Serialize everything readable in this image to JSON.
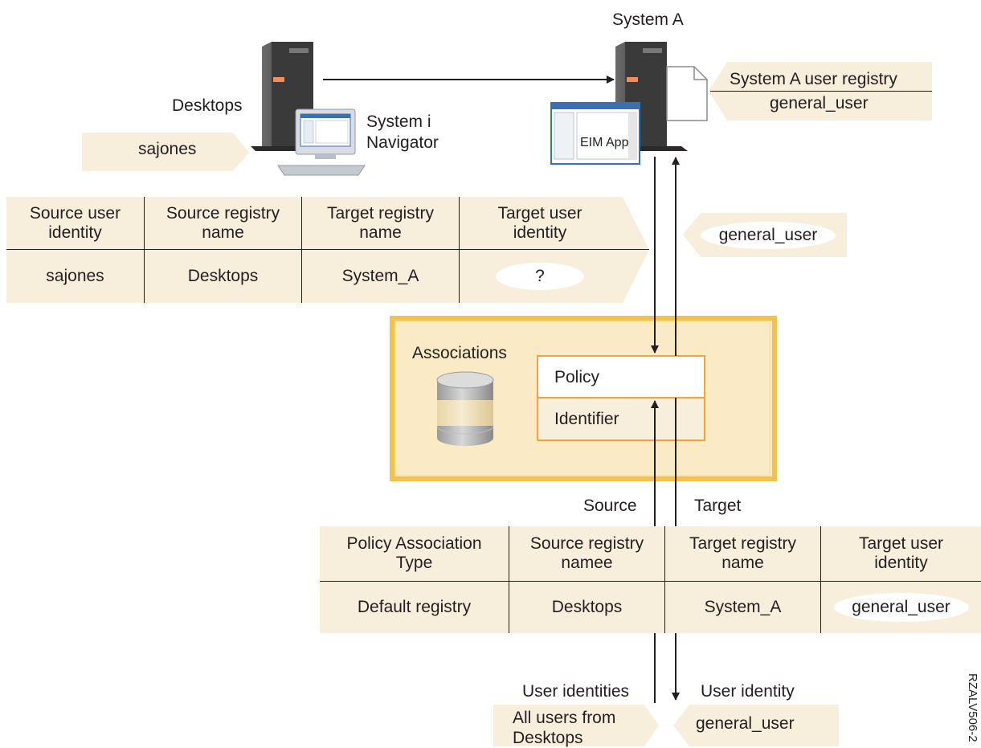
{
  "system_a_label": "System A",
  "desktops_label": "Desktops",
  "navigator_label_line1": "System i",
  "navigator_label_line2": "Navigator",
  "eim_app_label": "EIM App",
  "registry_box": {
    "title": "System A user registry",
    "value": "general_user"
  },
  "source_user_tag": "sajones",
  "returned_user_tag": "general_user",
  "lookup_table": {
    "headers": [
      [
        "Source user",
        "identity"
      ],
      [
        "Source registry",
        "name"
      ],
      [
        "Target registry",
        "name"
      ],
      [
        "Target user",
        "identity"
      ]
    ],
    "row": [
      "sajones",
      "Desktops",
      "System_A",
      "?"
    ]
  },
  "associations": {
    "title": "Associations",
    "policy_label": "Policy",
    "identifier_label": "Identifier"
  },
  "source_label": "Source",
  "target_label": "Target",
  "policy_table": {
    "headers": [
      [
        "Policy Association",
        "Type"
      ],
      [
        "Source registry",
        "namee"
      ],
      [
        "Target registry",
        "name"
      ],
      [
        "Target user",
        "identity"
      ]
    ],
    "row": [
      "Default registry",
      "Desktops",
      "System_A",
      "general_user"
    ]
  },
  "user_identities_label": "User identities",
  "user_identity_label": "User identity",
  "all_users_tag": [
    "All users from",
    "Desktops"
  ],
  "general_user_tag": "general_user",
  "figure_code": "RZALV506-2",
  "colors": {
    "tan": "#f7eedc",
    "gold": "#f2c14e",
    "orange": "#f7a13a",
    "server_dark": "#3b3b3b",
    "window_blue": "#3a6fb5"
  }
}
